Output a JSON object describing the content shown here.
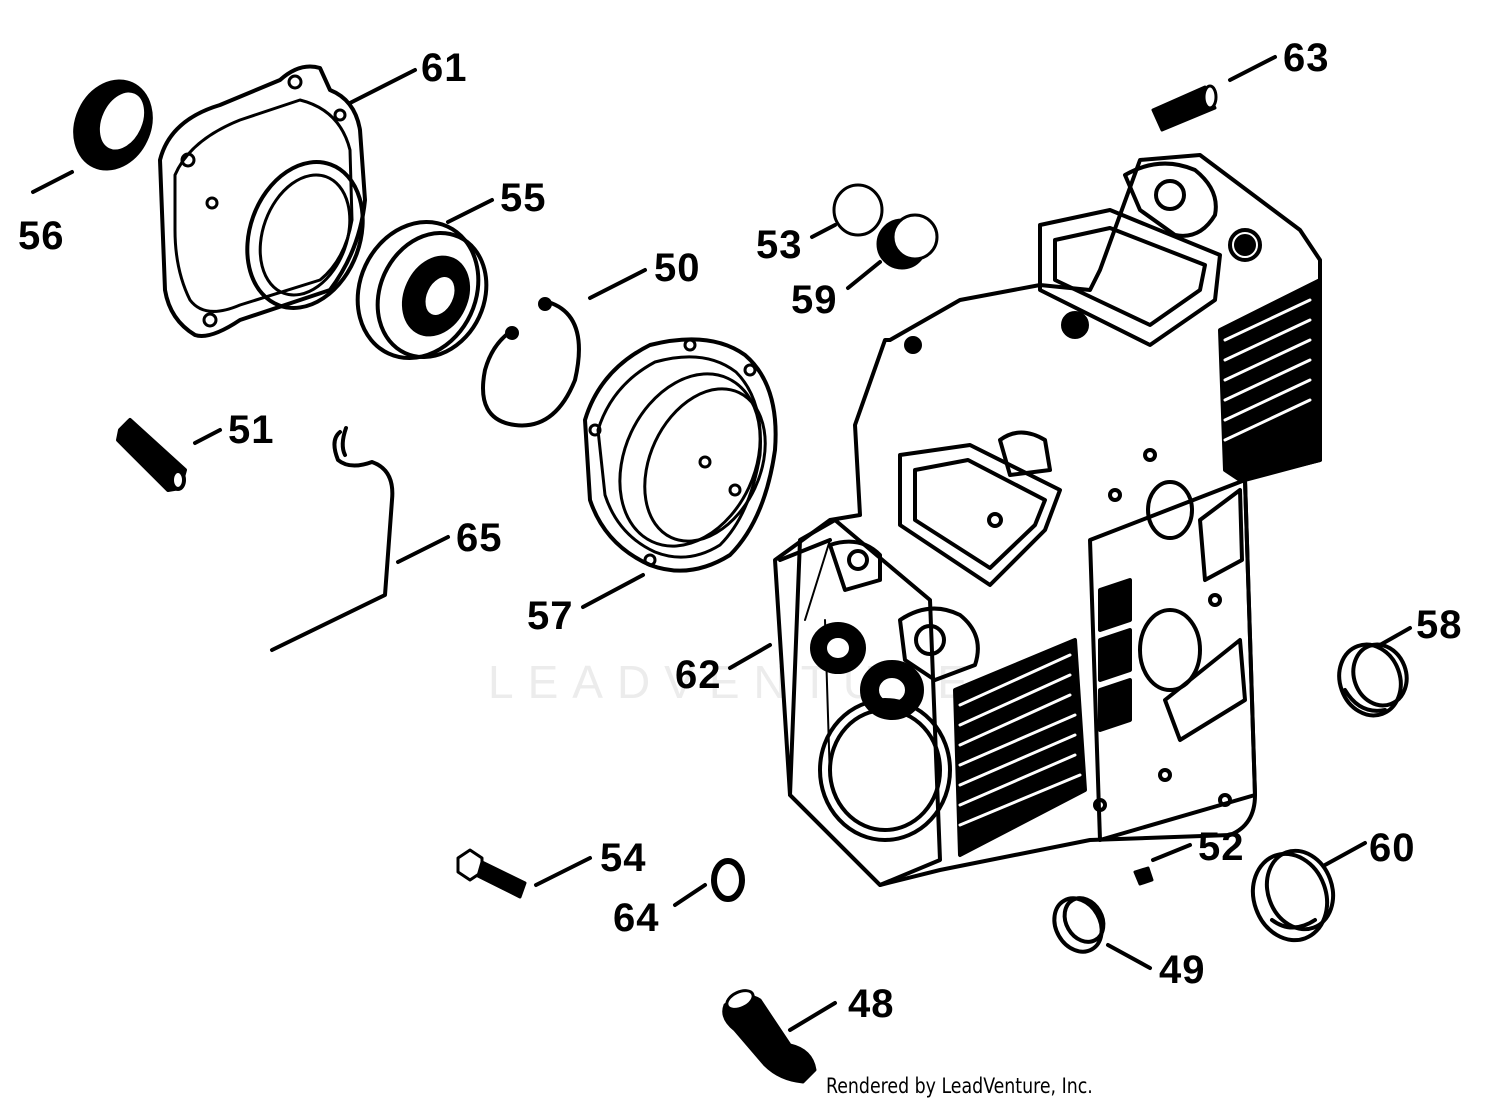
{
  "diagram": {
    "watermark": "LEADVENTURE",
    "credit": "Rendered by LeadVenture, Inc.",
    "callouts": {
      "c61": "61",
      "c56": "56",
      "c55": "55",
      "c50": "50",
      "c53": "53",
      "c59": "59",
      "c63": "63",
      "c51": "51",
      "c65": "65",
      "c57": "57",
      "c62": "62",
      "c58": "58",
      "c54": "54",
      "c64": "64",
      "c52": "52",
      "c60": "60",
      "c49": "49",
      "c48": "48"
    },
    "parts": [
      {
        "number": "56",
        "name": "oil-seal"
      },
      {
        "number": "61",
        "name": "bearing-plate"
      },
      {
        "number": "55",
        "name": "ball-bearing"
      },
      {
        "number": "50",
        "name": "retaining-ring"
      },
      {
        "number": "57",
        "name": "gasket-set"
      },
      {
        "number": "51",
        "name": "stud"
      },
      {
        "number": "65",
        "name": "wire-rod"
      },
      {
        "number": "53",
        "name": "plug"
      },
      {
        "number": "59",
        "name": "cup-plug"
      },
      {
        "number": "63",
        "name": "pin"
      },
      {
        "number": "62",
        "name": "crankcase"
      },
      {
        "number": "58",
        "name": "sleeve-bearing"
      },
      {
        "number": "60",
        "name": "bushing"
      },
      {
        "number": "52",
        "name": "dowel-pin"
      },
      {
        "number": "49",
        "name": "bushing"
      },
      {
        "number": "54",
        "name": "screw"
      },
      {
        "number": "64",
        "name": "o-ring"
      },
      {
        "number": "48",
        "name": "elbow-fitting"
      }
    ],
    "colors": {
      "ink": "#000000",
      "paper": "#ffffff",
      "watermark": "#ececec"
    }
  }
}
